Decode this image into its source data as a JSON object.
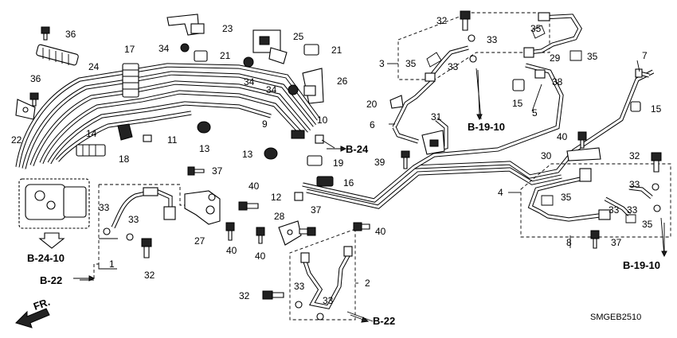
{
  "callouts": {
    "c1": "1",
    "c2": "2",
    "c3": "3",
    "c4": "4",
    "c5": "5",
    "c6": "6",
    "c7": "7",
    "c8": "8",
    "c9": "9",
    "c10": "10",
    "c11": "11",
    "c12": "12",
    "c13a": "13",
    "c13b": "13",
    "c14": "14",
    "c15a": "15",
    "c15b": "15",
    "c16": "16",
    "c17": "17",
    "c18": "18",
    "c19": "19",
    "c20": "20",
    "c21a": "21",
    "c21b": "21",
    "c22": "22",
    "c23": "23",
    "c24": "24",
    "c25": "25",
    "c26": "26",
    "c27": "27",
    "c28": "28",
    "c29": "29",
    "c30": "30",
    "c31": "31",
    "c32a": "32",
    "c32b": "32",
    "c32c": "32",
    "c32d": "32",
    "c33a": "33",
    "c33b": "33",
    "c33c": "33",
    "c33d": "33",
    "c33e": "33",
    "c33f": "33",
    "c33g": "33",
    "c33h": "33",
    "c33i": "33",
    "c34a": "34",
    "c34b": "34",
    "c34c": "34",
    "c35a": "35",
    "c35b": "35",
    "c35c": "35",
    "c35d": "35",
    "c35e": "35",
    "c36a": "36",
    "c36b": "36",
    "c37a": "37",
    "c37b": "37",
    "c37c": "37",
    "c38": "38",
    "c39": "39",
    "c40a": "40",
    "c40b": "40",
    "c40c": "40",
    "c40d": "40",
    "c40e": "40"
  },
  "references": {
    "b24_right": "B-24",
    "b24_10": "B-24-10",
    "b22_left": "B-22",
    "b22_bottom": "B-22",
    "b19_10_top": "B-19-10",
    "b19_10_right": "B-19-10"
  },
  "direction_label": "FR.",
  "diagram_code": "SMGEB2510"
}
